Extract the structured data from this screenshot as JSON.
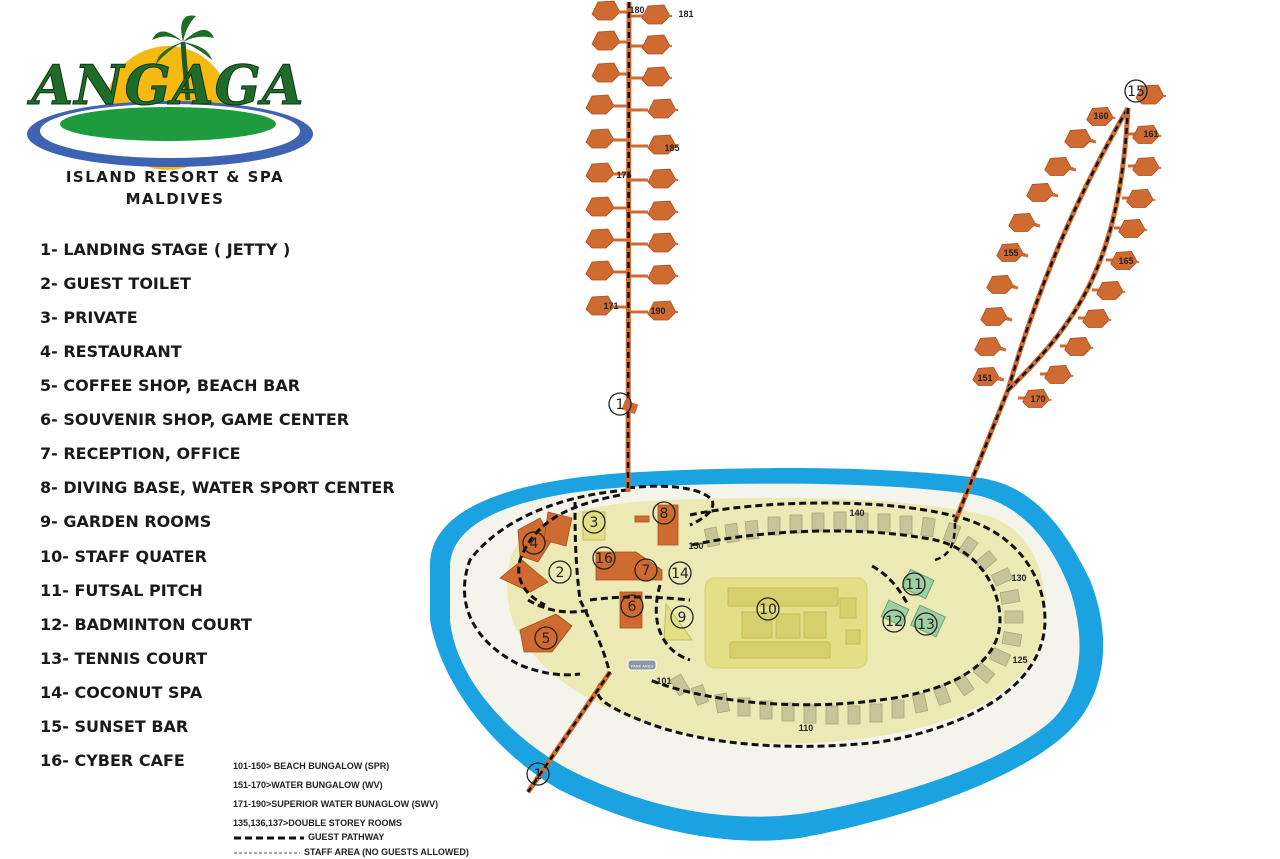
{
  "brand": {
    "logo_text": "ANGAGA",
    "subtitle_line1": "ISLAND RESORT & SPA",
    "subtitle_line2": "MALDIVES"
  },
  "legend": {
    "items": [
      "1- LANDING STAGE ( JETTY )",
      "2- GUEST TOILET",
      "3- PRIVATE",
      "4- RESTAURANT",
      "5- COFFEE SHOP, BEACH BAR",
      "6- SOUVENIR SHOP, GAME CENTER",
      "7- RECEPTION, OFFICE",
      "8- DIVING BASE, WATER SPORT CENTER",
      "9- GARDEN ROOMS",
      "10- STAFF QUATER",
      "11- FUTSAL PITCH",
      "12- BADMINTON COURT",
      "13- TENNIS COURT",
      "14- COCONUT SPA",
      "15- SUNSET BAR",
      "16- CYBER CAFE"
    ]
  },
  "room_legend": {
    "beach": "101-150> BEACH BUNGALOW (SPR)",
    "water": "151-170>WATER BUNGALOW (WV)",
    "superior": "171-190>SUPERIOR WATER BUNAGLOW (SWV)",
    "double": "135,136,137>DOUBLE STOREY ROOMS",
    "guest_path": "GUEST PATHWAY",
    "staff_area": "STAFF AREA (NO GUESTS ALLOWED)"
  },
  "map_labels": {
    "markers": [
      "1",
      "1",
      "2",
      "3",
      "4",
      "5",
      "6",
      "7",
      "8",
      "9",
      "10",
      "11",
      "12",
      "13",
      "14",
      "15",
      "16"
    ],
    "room_numbers": [
      "180",
      "181",
      "185",
      "175",
      "171",
      "190",
      "160",
      "161",
      "155",
      "165",
      "151",
      "170",
      "140",
      "150",
      "130",
      "125",
      "110",
      "101"
    ],
    "sign_text": "PARK AREA"
  },
  "colors": {
    "sea": "#1aa3e0",
    "beach": "#f4f3ec",
    "inner": "#ece9b4",
    "staff": "#e3df86",
    "roof": "#cf6a30",
    "bungalow": "#c8c497",
    "court": "#9fcfa2",
    "path": "#111111"
  }
}
